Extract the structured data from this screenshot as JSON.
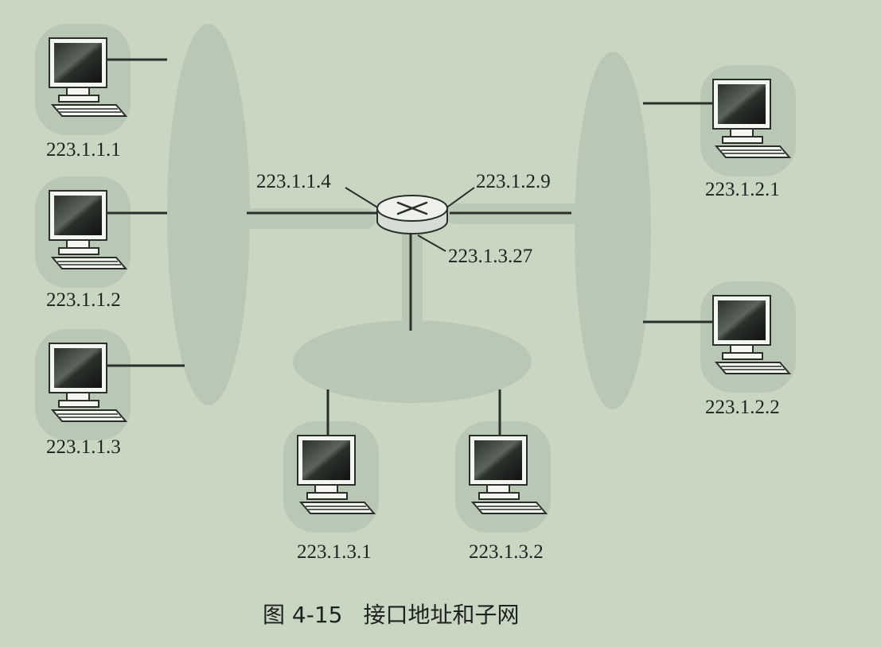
{
  "hosts": {
    "h1": "223.1.1.1",
    "h2": "223.1.1.2",
    "h3": "223.1.1.3",
    "h4": "223.1.2.1",
    "h5": "223.1.2.2",
    "h6": "223.1.3.1",
    "h7": "223.1.3.2"
  },
  "router_interfaces": {
    "if1": "223.1.1.4",
    "if2": "223.1.2.9",
    "if3": "223.1.3.27"
  },
  "caption": {
    "number": "图 4-15",
    "title": "接口地址和子网"
  },
  "colors": {
    "background": "#c8d6c2",
    "subnet_fill": "#b9c8b4",
    "link": "#2a2f2a",
    "screen": "#1c1f1c"
  }
}
